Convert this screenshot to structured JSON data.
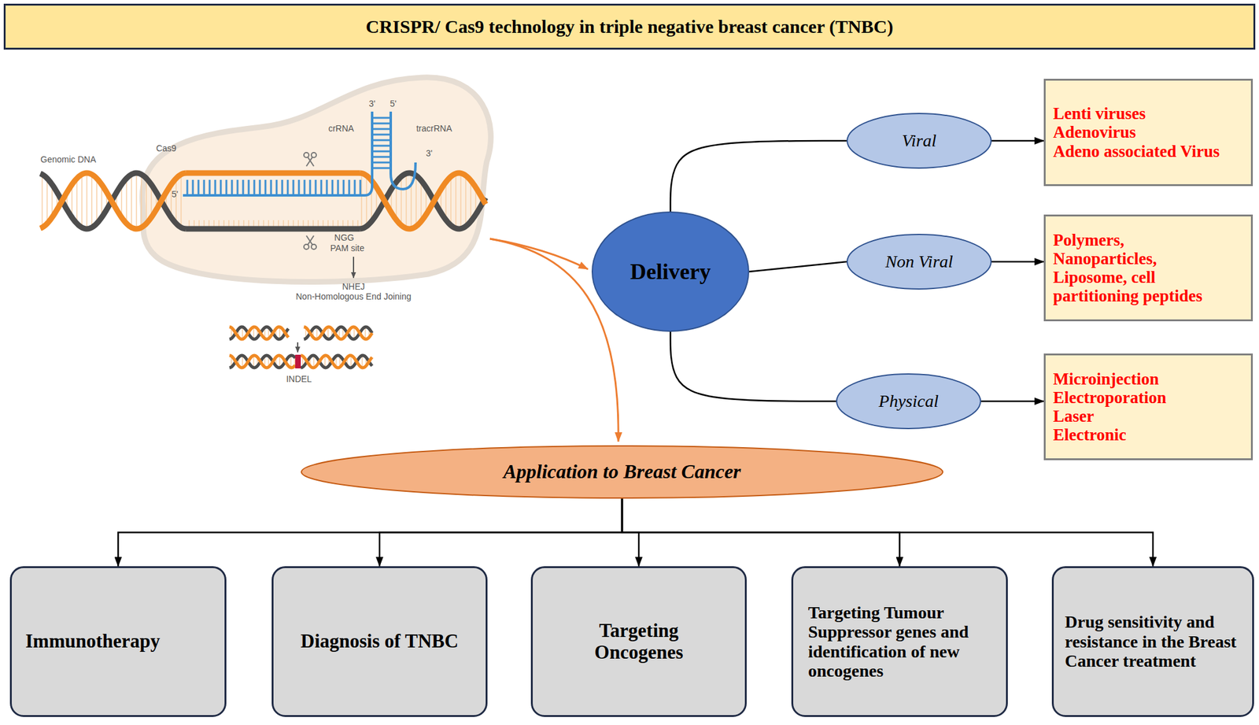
{
  "diagram": {
    "title": "CRISPR/ Cas9 technology in triple negative breast cancer (TNBC)",
    "nodes": [
      {
        "text": [
          "Delivery"
        ]
      },
      {
        "text": [
          "Viral"
        ]
      },
      {
        "text": [
          "Lenti viruses",
          "Adenovirus",
          "Adeno associated Virus"
        ]
      },
      {
        "text": [
          "Non Viral"
        ]
      },
      {
        "text": [
          "Polymers,",
          "Nanoparticles,",
          "Liposome, cell partitioning peptides"
        ]
      },
      {
        "text": [
          "Physical"
        ]
      },
      {
        "text": [
          "Microinjection",
          "Electroporation",
          "Laser",
          "Electronic"
        ]
      },
      {
        "text": [
          "Application to Breast Cancer"
        ]
      },
      {
        "text": [
          "Immunotherapy"
        ]
      },
      {
        "text": [
          "Diagnosis of TNBC"
        ]
      },
      {
        "text": [
          "Targeting Oncogenes"
        ]
      },
      {
        "text": [
          "Targeting Tumour Suppressor genes and identification of new oncogenes"
        ]
      },
      {
        "text": [
          "Drug sensitivity and resistance in the Breast Cancer treatment"
        ]
      }
    ],
    "edges": [
      {
        "from": 0,
        "to": 1,
        "arrow": "none"
      },
      {
        "from": 0,
        "to": 3,
        "arrow": "none"
      },
      {
        "from": 0,
        "to": 5,
        "arrow": "none"
      },
      {
        "from": 1,
        "to": 2,
        "arrow": "to"
      },
      {
        "from": 3,
        "to": 4,
        "arrow": "to"
      },
      {
        "from": 5,
        "to": 6,
        "arrow": "to"
      },
      {
        "from": 7,
        "to": 8,
        "arrow": "to"
      },
      {
        "from": 7,
        "to": 9,
        "arrow": "to"
      },
      {
        "from": 7,
        "to": 10,
        "arrow": "to"
      },
      {
        "from": 7,
        "to": 11,
        "arrow": "to"
      },
      {
        "from": 7,
        "to": 12,
        "arrow": "to"
      }
    ],
    "labels": [
      "Genomic DNA",
      "Cas9",
      "crRNA",
      "tracrRNA",
      "3'",
      "5'",
      "3'",
      "5'",
      "NGG",
      "PAM site",
      "NHEJ",
      "Non-Homologous End Joining",
      "INDEL"
    ]
  }
}
